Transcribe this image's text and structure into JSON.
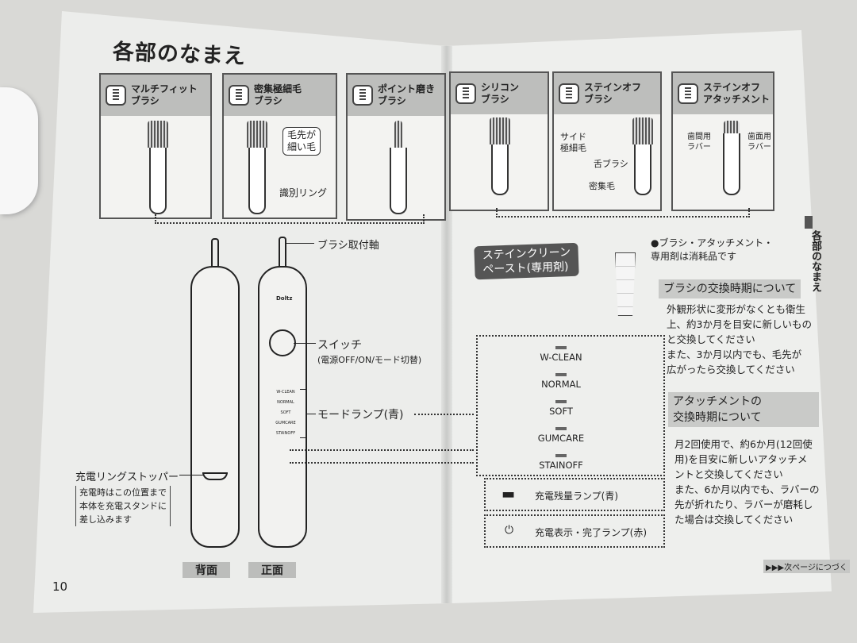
{
  "left_page": {
    "title": "各部のなまえ",
    "brushes": [
      {
        "label": "マルチフィット\nブラシ"
      },
      {
        "label": "密集極細毛\nブラシ",
        "callout": "毛先が\n細い毛",
        "ring_label": "識別リング"
      },
      {
        "label": "ポイント磨き\nブラシ"
      }
    ],
    "shaft_label": "ブラシ取付軸",
    "switch_label": "スイッチ",
    "switch_note": "(電源OFF/ON/モード切替)",
    "mode_lamp_label": "モードランプ(青)",
    "body_modes": [
      "W-CLEAN",
      "NORMAL",
      "SOFT",
      "GUMCARE",
      "STAINOFF"
    ],
    "brand": "Doltz",
    "stopper_label": "充電リングストッパー",
    "stopper_note": "充電時はこの位置まで\n本体を充電スタンドに\n差し込みます",
    "back_label": "背面",
    "front_label": "正面",
    "page_number": "10"
  },
  "right_page": {
    "brushes": [
      {
        "label": "シリコン\nブラシ"
      },
      {
        "label": "ステインオフ\nブラシ",
        "side": "サイド\n極細毛",
        "tongue": "舌ブラシ",
        "dense": "密集毛"
      },
      {
        "label": "ステインオフ\nアタッチメント",
        "interdental": "歯間用\nラバー",
        "surface": "歯面用\nラバー"
      }
    ],
    "paste_label": "ステインクリーン\nペースト(専用剤)",
    "consumable_note": "●ブラシ・アタッチメント・\n専用剤は消耗品です",
    "brush_section": {
      "heading": "ブラシの交換時期について",
      "body": "外観形状に変形がなくとも衛生\n上、約3か月を目安に新しいもの\nと交換してください\nまた、3か月以内でも、毛先が\n広がったら交換してください"
    },
    "attach_section": {
      "heading": "アタッチメントの\n交換時期について",
      "body": "月2回使用で、約6か月(12回使\n用)を目安に新しいアタッチメ\nントと交換してください\nまた、6か月以内でも、ラバーの\n先が折れたり、ラバーが磨耗し\nた場合は交換してください"
    },
    "modes": [
      "W-CLEAN",
      "NORMAL",
      "SOFT",
      "GUMCARE",
      "STAINOFF"
    ],
    "battery_lamp": "充電残量ランプ(青)",
    "charge_lamp": "充電表示・完了ランプ(赤)",
    "next_page": "▶▶▶次ページにつづく",
    "side_tab": "各部のなまえ"
  }
}
